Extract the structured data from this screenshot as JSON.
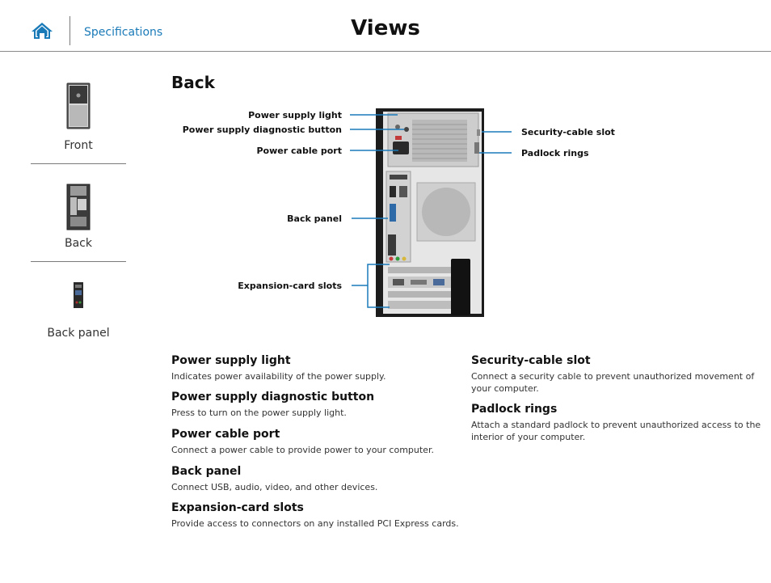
{
  "header": {
    "home_icon": "home-icon",
    "spec_link": "Specifications",
    "title": "Views"
  },
  "sidebar": {
    "items": [
      {
        "label": "Front",
        "icon": "tower-front-thumbnail"
      },
      {
        "label": "Back",
        "icon": "tower-back-thumbnail"
      },
      {
        "label": "Back panel",
        "icon": "back-panel-thumbnail"
      }
    ]
  },
  "main": {
    "section_title": "Back",
    "callouts_left": [
      "Power supply light",
      "Power supply diagnostic button",
      "Power cable port",
      "Back panel",
      "Expansion-card slots"
    ],
    "callouts_right": [
      "Security-cable slot",
      "Padlock rings"
    ],
    "descriptions_left": [
      {
        "title": "Power supply light",
        "text": "Indicates power availability of the power supply."
      },
      {
        "title": "Power supply diagnostic button",
        "text": "Press to turn on the power supply light."
      },
      {
        "title": "Power cable port",
        "text": "Connect a power cable to provide power to your computer."
      },
      {
        "title": "Back panel",
        "text": "Connect USB, audio, video, and other devices."
      },
      {
        "title": "Expansion-card slots",
        "text": "Provide access to connectors on any installed PCI Express cards."
      }
    ],
    "descriptions_right": [
      {
        "title": "Security-cable slot",
        "text": "Connect a security cable to prevent unauthorized movement of your computer."
      },
      {
        "title": "Padlock rings",
        "text": "Attach a standard padlock to prevent unauthorized access to the interior of your computer."
      }
    ]
  },
  "colors": {
    "accent": "#1a7ab8",
    "divider": "#8a8a8a"
  }
}
